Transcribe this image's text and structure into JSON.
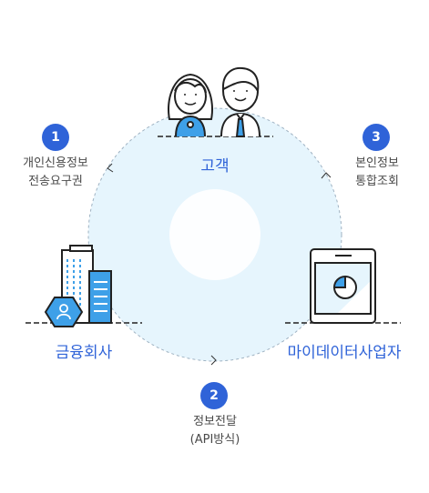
{
  "nodes": {
    "customer": "고객",
    "financial": "금융회사",
    "mydata": "마이데이터사업자"
  },
  "steps": [
    {
      "number": "1",
      "line1": "개인신용정보",
      "line2": "전송요구권"
    },
    {
      "number": "2",
      "line1": "정보전달",
      "line2": "(API방식)"
    },
    {
      "number": "3",
      "line1": "본인정보",
      "line2": "통합조회"
    }
  ],
  "colors": {
    "accent": "#2f63d8",
    "circle_fill": "#e9f6fd",
    "icon_blue": "#3ea0e8",
    "outline": "#222222"
  }
}
